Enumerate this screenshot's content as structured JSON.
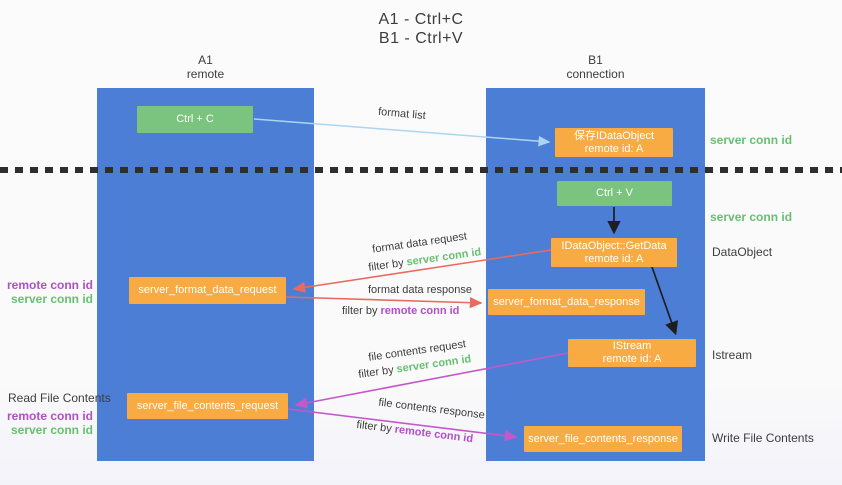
{
  "title": {
    "line1": "A1 - Ctrl+C",
    "line2": "B1 - Ctrl+V"
  },
  "columns": {
    "a1": {
      "name": "A1",
      "subtitle": "remote"
    },
    "b1": {
      "name": "B1",
      "subtitle": "connection"
    }
  },
  "boxes": {
    "ctrl_c": "Ctrl + C",
    "save_idataobject": {
      "line1": "保存IDataObject",
      "line2": "remote id: A"
    },
    "ctrl_v": "Ctrl + V",
    "getdata": {
      "line1": "IDataObject::GetData",
      "line2": "remote id: A"
    },
    "server_format_data_request": "server_format_data_request",
    "server_format_data_response": "server_format_data_response",
    "istream": {
      "line1": "IStream",
      "line2": "remote id: A"
    },
    "server_file_contents_request": "server_file_contents_request",
    "server_file_contents_response": "server_file_contents_response"
  },
  "side_labels": {
    "right": {
      "server_conn_id_top": "server conn id",
      "server_conn_id_mid": "server conn id",
      "dataobject": "DataObject",
      "istream": "Istream",
      "write_file_contents": "Write File Contents"
    },
    "left": {
      "remote_conn_id_top": "remote conn id",
      "server_conn_id_top": "server conn id",
      "read_file_contents": "Read File Contents",
      "remote_conn_id_bottom": "remote conn id",
      "server_conn_id_bottom": "server conn id"
    }
  },
  "arrow_labels": {
    "format_list": "format list",
    "format_data_request": "format data request",
    "format_data_response": "format data response",
    "file_contents_request": "file contents request",
    "file_contents_response": "file contents response",
    "filters": {
      "f1": {
        "prefix": "filter by",
        "target": "server conn id"
      },
      "f2": {
        "prefix": "filter by",
        "target": "remote conn id"
      },
      "f3": {
        "prefix": "filter by",
        "target": "server conn id"
      },
      "f4": {
        "prefix": "filter by",
        "target": "remote conn id"
      }
    }
  },
  "colors": {
    "column_blue": "#4c7ed5",
    "green_box": "#7ac47f",
    "orange_box": "#f8ab42",
    "green_text": "#68bf72",
    "purple_text": "#b14fc6",
    "red_arrow": "#e96b5f",
    "purple_arrow": "#c558c9",
    "blue_arrow": "#abd6f0",
    "black_arrow": "#1e1e1e",
    "dark_text": "#3d3d3d",
    "dash": "#2e2e2e"
  }
}
